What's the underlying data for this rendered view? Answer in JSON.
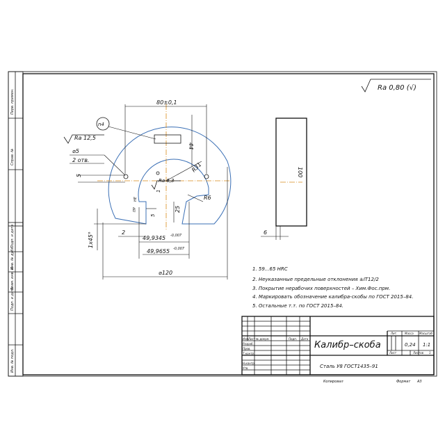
{
  "roughness": {
    "general": "Ra 0,80 (√)",
    "local": "Ra 12,5"
  },
  "dimensions": {
    "top_width": "80±0,1",
    "slot_height": "44",
    "n4": "n4",
    "hole_d": "⌀5",
    "hole_count": "2 отв.",
    "r31": "R31",
    "ra63": "Ra 6,3",
    "r6": "R6",
    "small_5": "5",
    "small_1": "1",
    "small_5b": "5",
    "small_25": "25",
    "small_2": "2",
    "chamfer": "1x45°",
    "pr": "ПР",
    "ne": "НЕ",
    "go_size": "49,9345",
    "go_tol": "-0,007",
    "nogo_size": "49,9655",
    "nogo_tol": "-0,007",
    "diameter": "⌀120",
    "side_height": "100",
    "side_thickness": "6"
  },
  "notes": [
    "1. 59...65 HRC",
    "2. Неуказанные предельные отклонения ±IT12/2",
    "3. Покрытие нерабочих поверхностей – Хим.Фос.прм.",
    "4. Маркировать обозначение калибра-скобы по ГОСТ 2015–84.",
    "5. Остальные т.т. по ГОСТ 2015–84."
  ],
  "title_block": {
    "name": "Калибр–скоба",
    "material": "Сталь У8 ГОСТ1435–91",
    "headers": {
      "lit": "Лит.",
      "mass": "Масса",
      "scale": "Масштаб",
      "sheet": "Лист",
      "sheets": "Листов",
      "sheets_value": "1"
    },
    "mass_value": "0,24",
    "scale_value": "1:1",
    "rows": [
      "Изм.",
      "Лист",
      "№ докум.",
      "Подп.",
      "Дата"
    ],
    "roles": [
      "Разраб.",
      "Пров.",
      "Т.контр.",
      "",
      "Н.контр.",
      "Утв."
    ],
    "copied": "Копировал",
    "format": "Формат",
    "format_value": "А3"
  },
  "side_stamps": [
    "Перв. примен.",
    "Справ. №",
    "Подп. и дата",
    "Инв. № дубл.",
    "Взам. инв. №",
    "Подп. и дата",
    "Инв. № подл."
  ]
}
